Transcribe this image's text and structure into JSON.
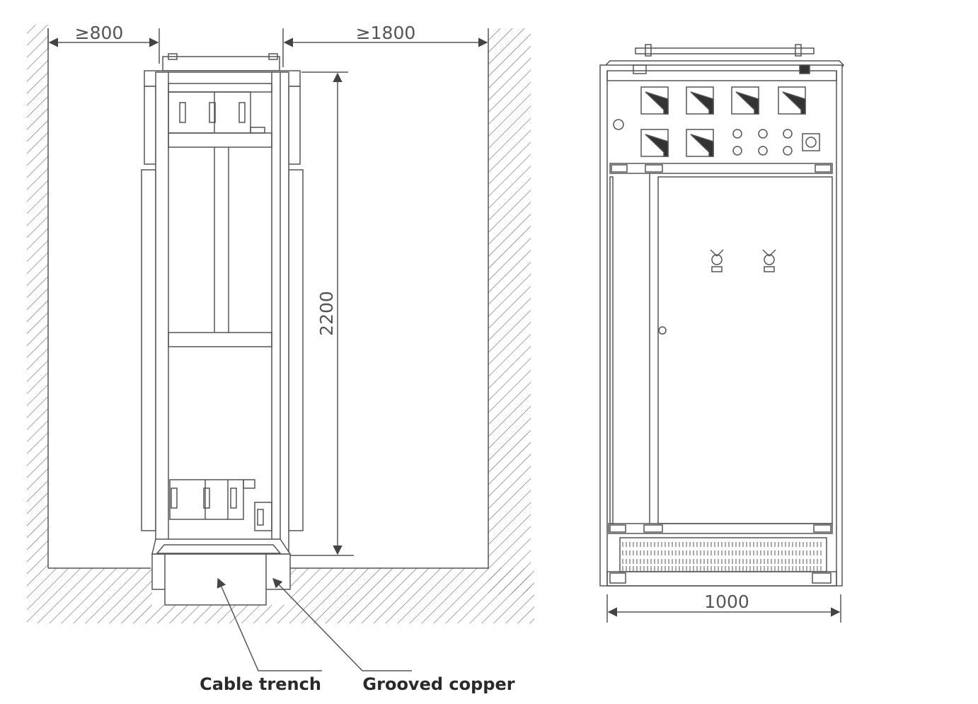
{
  "dimensions": {
    "left_clearance": "≥800",
    "right_clearance": "≥1800",
    "height": "2200",
    "width": "1000"
  },
  "callouts": {
    "cable_trench": "Cable trench",
    "grooved_copper": "Grooved copper"
  },
  "colors": {
    "line": "#555555",
    "hatch": "#666666",
    "text": "#2a2a2a"
  },
  "icons": {
    "meter": "panel-meter-icon",
    "indicator": "indicator-light-icon",
    "selector": "selector-switch-icon"
  }
}
